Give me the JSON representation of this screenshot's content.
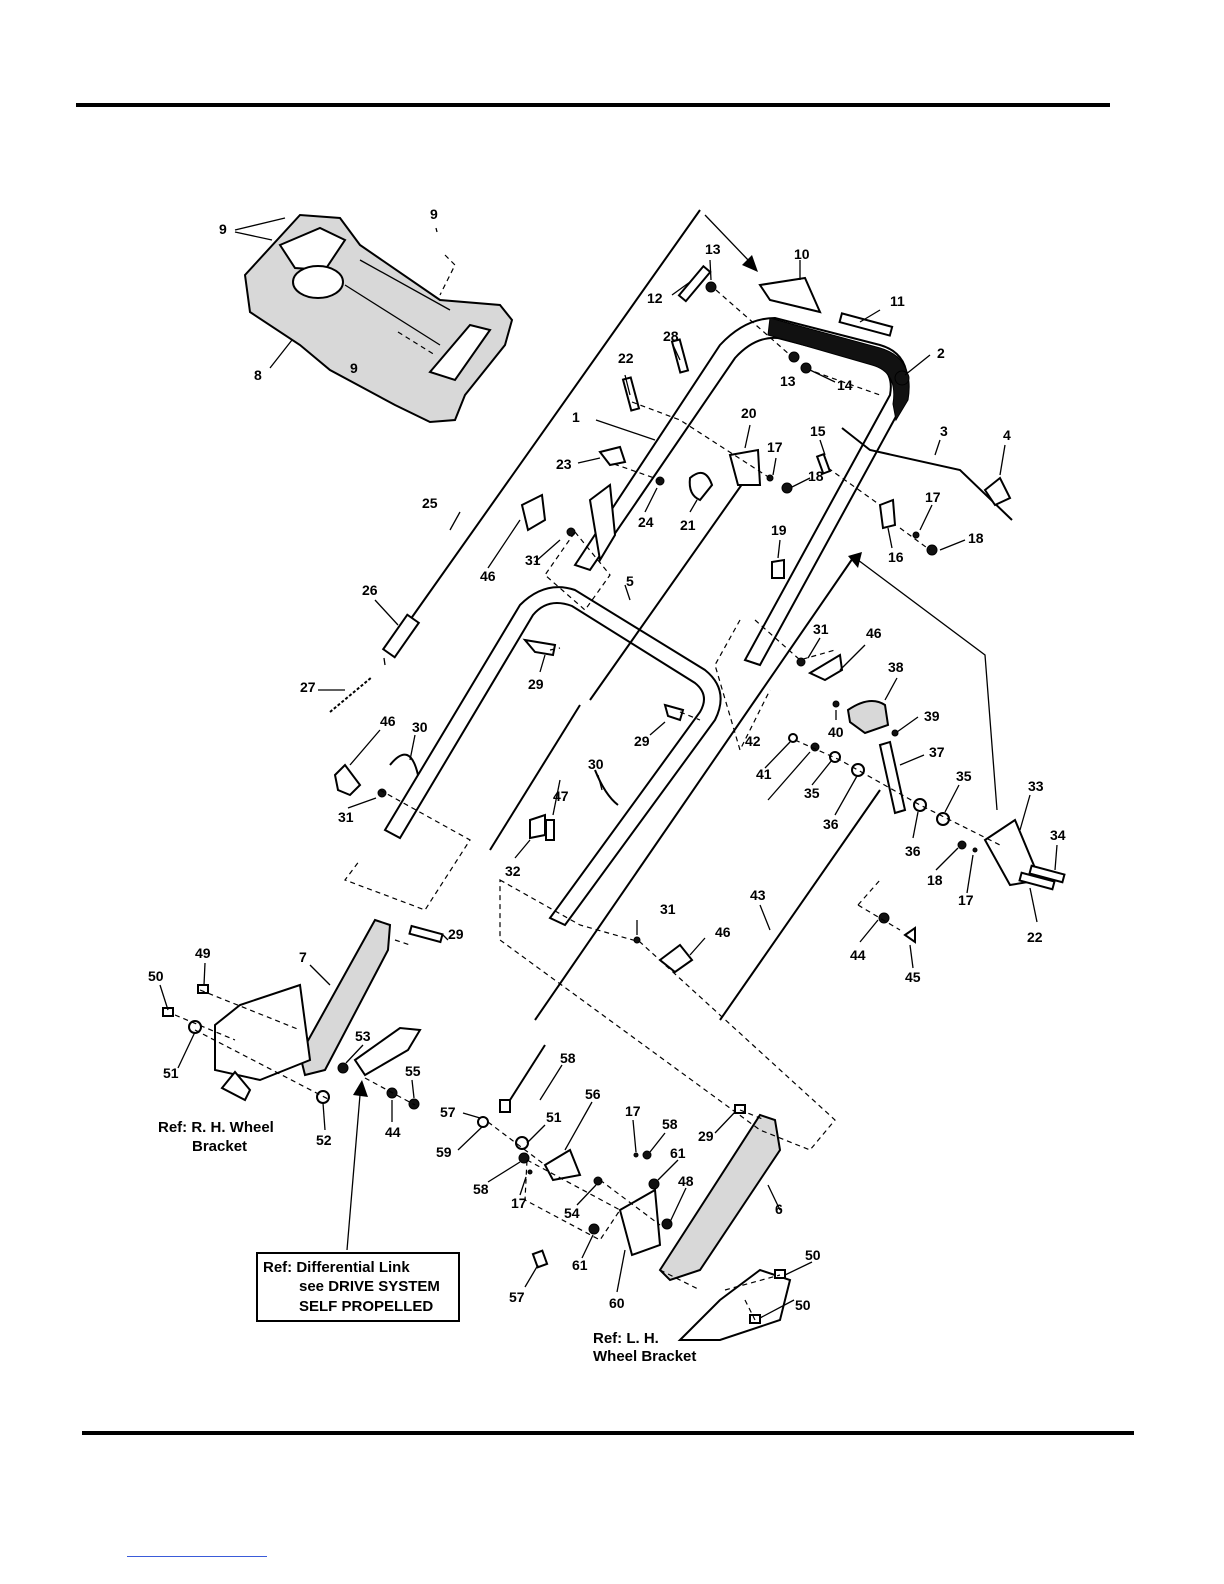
{
  "callouts": [
    {
      "id": "c1",
      "label": "1"
    },
    {
      "id": "c2",
      "label": "2"
    },
    {
      "id": "c3",
      "label": "3"
    },
    {
      "id": "c4",
      "label": "4"
    },
    {
      "id": "c5",
      "label": "5"
    },
    {
      "id": "c6",
      "label": "6"
    },
    {
      "id": "c7",
      "label": "7"
    },
    {
      "id": "c8",
      "label": "8"
    },
    {
      "id": "c9a",
      "label": "9"
    },
    {
      "id": "c9b",
      "label": "9"
    },
    {
      "id": "c9c",
      "label": "9"
    },
    {
      "id": "c10",
      "label": "10"
    },
    {
      "id": "c11",
      "label": "11"
    },
    {
      "id": "c12",
      "label": "12"
    },
    {
      "id": "c13a",
      "label": "13"
    },
    {
      "id": "c13b",
      "label": "13"
    },
    {
      "id": "c14",
      "label": "14"
    },
    {
      "id": "c15",
      "label": "15"
    },
    {
      "id": "c16",
      "label": "16"
    },
    {
      "id": "c17a",
      "label": "17"
    },
    {
      "id": "c17b",
      "label": "17"
    },
    {
      "id": "c17c",
      "label": "17"
    },
    {
      "id": "c17d",
      "label": "17"
    },
    {
      "id": "c17e",
      "label": "17"
    },
    {
      "id": "c18a",
      "label": "18"
    },
    {
      "id": "c18b",
      "label": "18"
    },
    {
      "id": "c18c",
      "label": "18"
    },
    {
      "id": "c19",
      "label": "19"
    },
    {
      "id": "c20",
      "label": "20"
    },
    {
      "id": "c21",
      "label": "21"
    },
    {
      "id": "c22a",
      "label": "22"
    },
    {
      "id": "c22b",
      "label": "22"
    },
    {
      "id": "c23",
      "label": "23"
    },
    {
      "id": "c24",
      "label": "24"
    },
    {
      "id": "c25",
      "label": "25"
    },
    {
      "id": "c26",
      "label": "26"
    },
    {
      "id": "c27",
      "label": "27"
    },
    {
      "id": "c28",
      "label": "28"
    },
    {
      "id": "c29a",
      "label": "29"
    },
    {
      "id": "c29b",
      "label": "29"
    },
    {
      "id": "c29c",
      "label": "29"
    },
    {
      "id": "c29d",
      "label": "29"
    },
    {
      "id": "c30a",
      "label": "30"
    },
    {
      "id": "c30b",
      "label": "30"
    },
    {
      "id": "c31a",
      "label": "31"
    },
    {
      "id": "c31b",
      "label": "31"
    },
    {
      "id": "c31c",
      "label": "31"
    },
    {
      "id": "c31d",
      "label": "31"
    },
    {
      "id": "c32",
      "label": "32"
    },
    {
      "id": "c33",
      "label": "33"
    },
    {
      "id": "c34",
      "label": "34"
    },
    {
      "id": "c35a",
      "label": "35"
    },
    {
      "id": "c35b",
      "label": "35"
    },
    {
      "id": "c36a",
      "label": "36"
    },
    {
      "id": "c36b",
      "label": "36"
    },
    {
      "id": "c37",
      "label": "37"
    },
    {
      "id": "c38",
      "label": "38"
    },
    {
      "id": "c39",
      "label": "39"
    },
    {
      "id": "c40",
      "label": "40"
    },
    {
      "id": "c41",
      "label": "41"
    },
    {
      "id": "c42",
      "label": "42"
    },
    {
      "id": "c43",
      "label": "43"
    },
    {
      "id": "c44a",
      "label": "44"
    },
    {
      "id": "c44b",
      "label": "44"
    },
    {
      "id": "c45",
      "label": "45"
    },
    {
      "id": "c46a",
      "label": "46"
    },
    {
      "id": "c46b",
      "label": "46"
    },
    {
      "id": "c46c",
      "label": "46"
    },
    {
      "id": "c46d",
      "label": "46"
    },
    {
      "id": "c47",
      "label": "47"
    },
    {
      "id": "c48",
      "label": "48"
    },
    {
      "id": "c49",
      "label": "49"
    },
    {
      "id": "c50a",
      "label": "50"
    },
    {
      "id": "c50b",
      "label": "50"
    },
    {
      "id": "c50c",
      "label": "50"
    },
    {
      "id": "c51a",
      "label": "51"
    },
    {
      "id": "c51b",
      "label": "51"
    },
    {
      "id": "c52",
      "label": "52"
    },
    {
      "id": "c53",
      "label": "53"
    },
    {
      "id": "c54",
      "label": "54"
    },
    {
      "id": "c55",
      "label": "55"
    },
    {
      "id": "c56",
      "label": "56"
    },
    {
      "id": "c57a",
      "label": "57"
    },
    {
      "id": "c57b",
      "label": "57"
    },
    {
      "id": "c58a",
      "label": "58"
    },
    {
      "id": "c58b",
      "label": "58"
    },
    {
      "id": "c58c",
      "label": "58"
    },
    {
      "id": "c59",
      "label": "59"
    },
    {
      "id": "c60",
      "label": "60"
    },
    {
      "id": "c61a",
      "label": "61"
    },
    {
      "id": "c61b",
      "label": "61"
    }
  ],
  "references": {
    "rh_wheel": [
      "Ref: R. H. Wheel",
      "Bracket"
    ],
    "lh_wheel": [
      "Ref: L. H.",
      "Wheel Bracket"
    ],
    "differential": [
      "Ref: Differential Link",
      "see DRIVE SYSTEM",
      "SELF PROPELLED"
    ]
  }
}
